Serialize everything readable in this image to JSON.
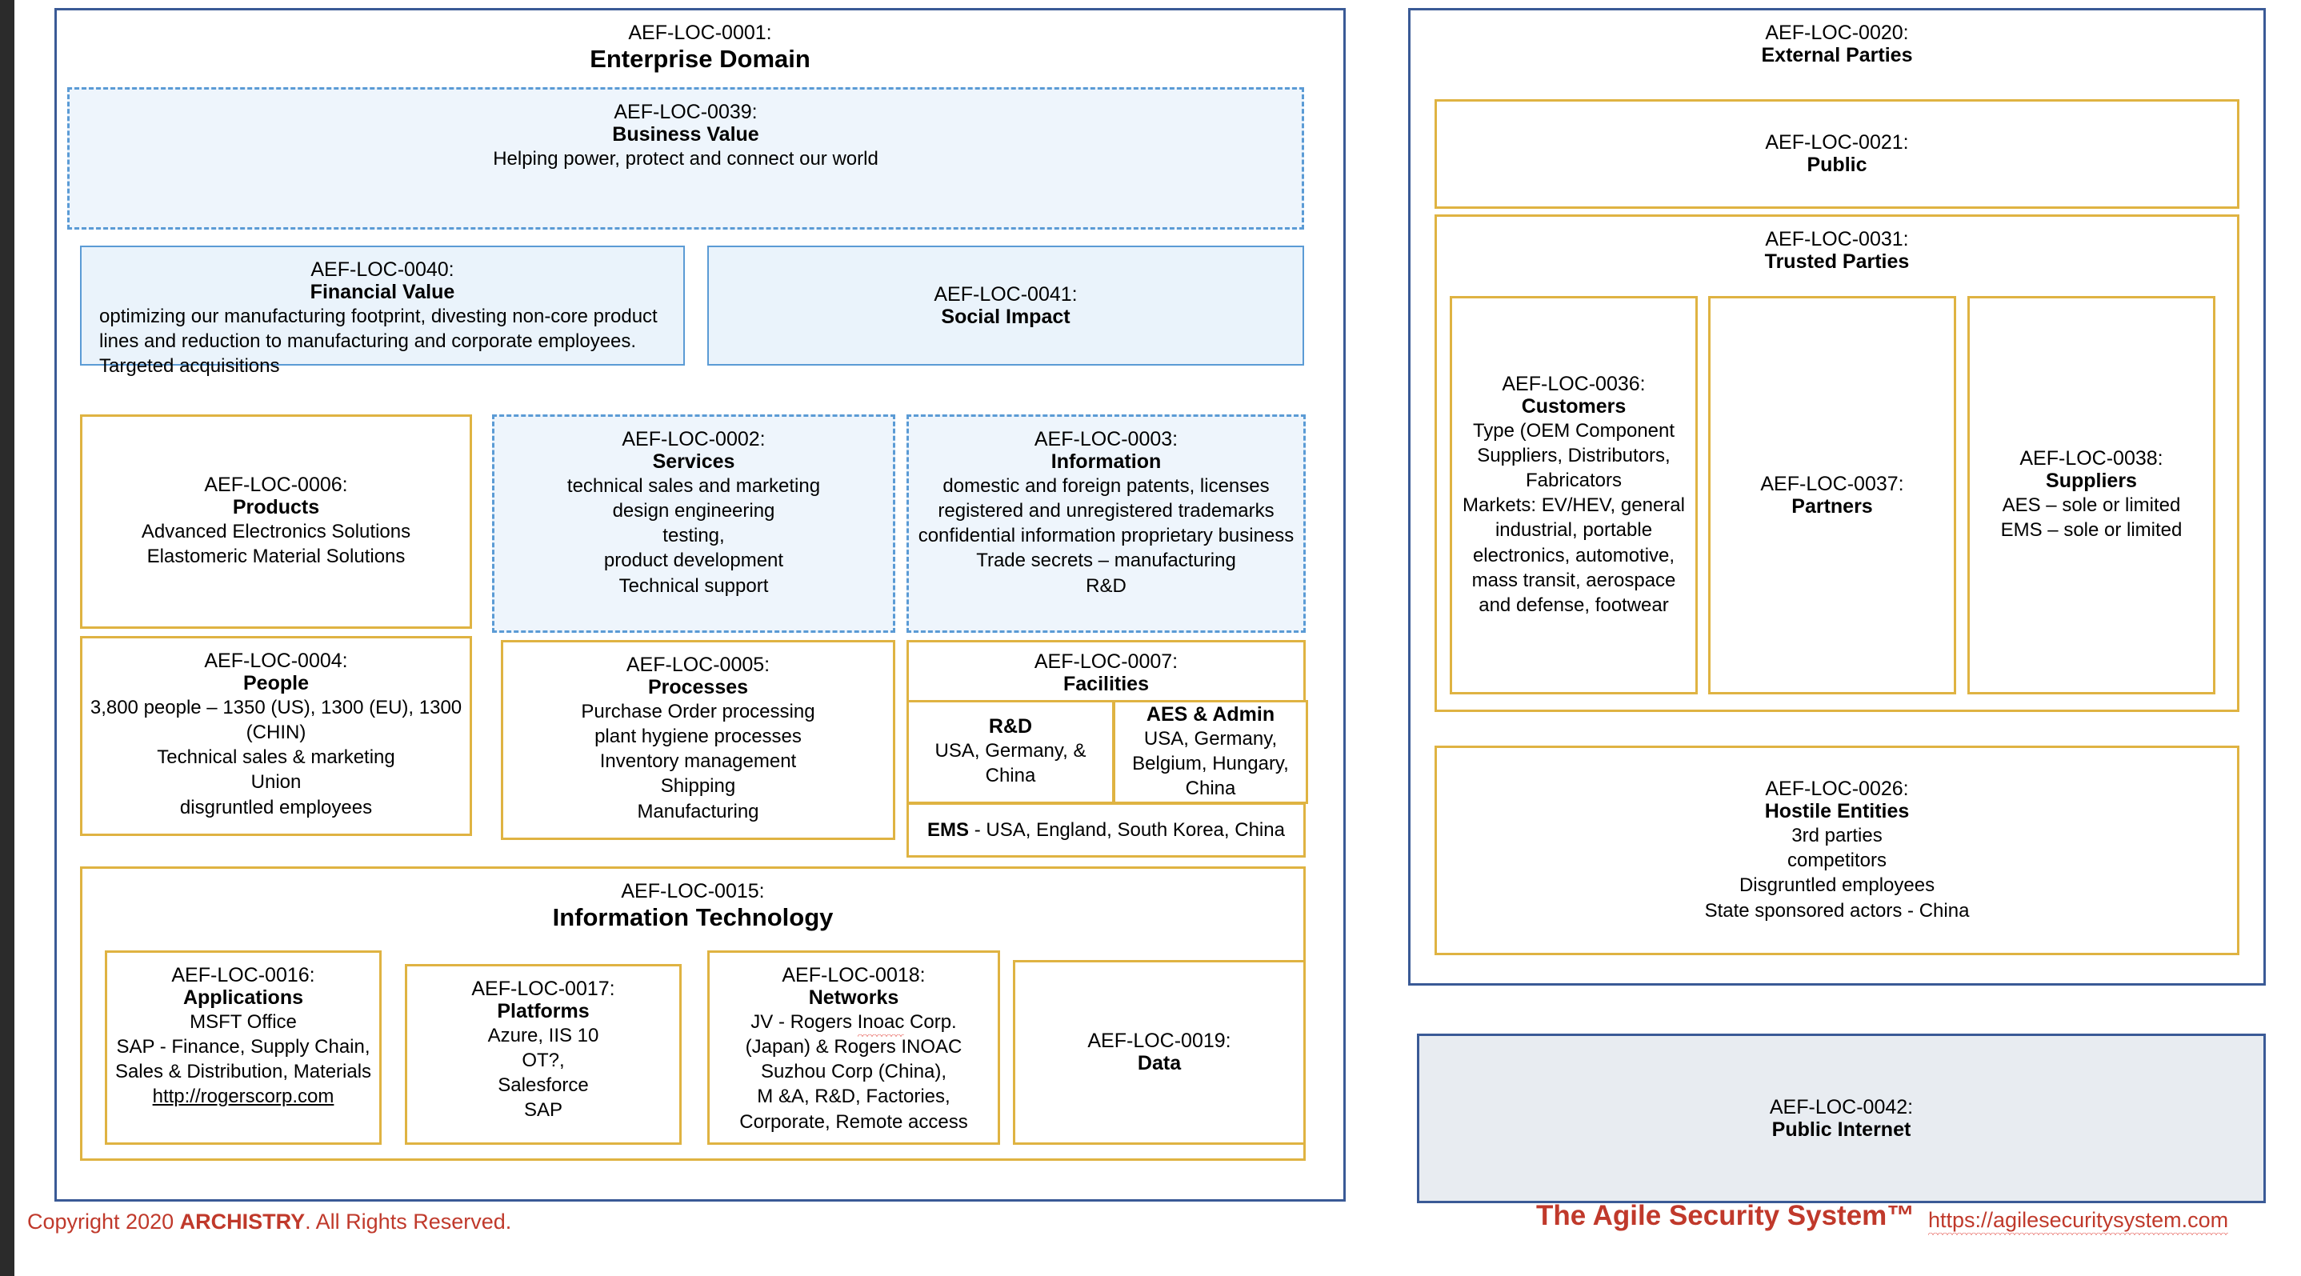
{
  "enterprise": {
    "loc": "AEF-LOC-0001:",
    "title": "Enterprise Domain",
    "business_value": {
      "loc": "AEF-LOC-0039:",
      "title": "Business Value",
      "body": "Helping power, protect and connect our world"
    },
    "financial_value": {
      "loc": "AEF-LOC-0040:",
      "title": "Financial Value",
      "body": "optimizing our manufacturing footprint, divesting non-core product lines and reduction  to manufacturing and corporate employees. Targeted acquisitions"
    },
    "social_impact": {
      "loc": "AEF-LOC-0041:",
      "title": "Social Impact",
      "body": ""
    },
    "products": {
      "loc": "AEF-LOC-0006:",
      "title": "Products",
      "body": "Advanced Electronics Solutions\nElastomeric Material Solutions"
    },
    "services": {
      "loc": "AEF-LOC-0002:",
      "title": "Services",
      "body": "technical sales and marketing\ndesign engineering\ntesting,\nproduct development\nTechnical support"
    },
    "information": {
      "loc": "AEF-LOC-0003:",
      "title": "Information",
      "body": "domestic and foreign patents, licenses\nregistered and unregistered trademarks\nconfidential information  proprietary business\nTrade secrets – manufacturing\nR&D"
    },
    "people": {
      "loc": "AEF-LOC-0004:",
      "title": "People",
      "body": "3,800 people – 1350 (US), 1300 (EU), 1300 (CHIN)\nTechnical sales & marketing\nUnion\ndisgruntled employees"
    },
    "processes": {
      "loc": "AEF-LOC-0005:",
      "title": "Processes",
      "body": "Purchase Order processing\nplant hygiene processes\nInventory management\nShipping\nManufacturing"
    },
    "facilities": {
      "loc": "AEF-LOC-0007:",
      "title": "Facilities",
      "rd": {
        "title": "R&D",
        "body": "USA, Germany, &\nChina"
      },
      "aes_admin": {
        "title": "AES & Admin",
        "body": "USA, Germany,\nBelgium, Hungary,\nChina"
      },
      "ems": {
        "label": "EMS",
        "body": " - USA, England, South Korea, China"
      }
    },
    "information_technology": {
      "loc": "AEF-LOC-0015:",
      "title": "Information Technology",
      "applications": {
        "loc": "AEF-LOC-0016:",
        "title": "Applications",
        "body": "MSFT Office\nSAP -  Finance, Supply Chain, Sales & Distribution, Materials",
        "link": "http://rogerscorp.com"
      },
      "platforms": {
        "loc": "AEF-LOC-0017:",
        "title": "Platforms",
        "body": "Azure, IIS 10\nOT?,\nSalesforce\nSAP"
      },
      "networks": {
        "loc": "AEF-LOC-0018:",
        "title": "Networks",
        "line1_a": "JV - Rogers ",
        "line1_misspelled": "Inoac",
        "line1_b": " Corp.",
        "rest": "(Japan) & Rogers INOAC Suzhou Corp (China),\nM &A, R&D, Factories, Corporate, Remote access"
      },
      "data": {
        "loc": "AEF-LOC-0019:",
        "title": "Data",
        "body": ""
      }
    }
  },
  "external": {
    "loc": "AEF-LOC-0020:",
    "title": "External Parties",
    "public": {
      "loc": "AEF-LOC-0021:",
      "title": "Public",
      "body": ""
    },
    "trusted": {
      "loc": "AEF-LOC-0031:",
      "title": "Trusted Parties",
      "customers": {
        "loc": "AEF-LOC-0036:",
        "title": "Customers",
        "body": "Type (OEM Component Suppliers, Distributors, Fabricators\nMarkets: EV/HEV, general industrial, portable electronics, automotive, mass transit, aerospace and defense, footwear"
      },
      "partners": {
        "loc": "AEF-LOC-0037:",
        "title": "Partners",
        "body": ""
      },
      "suppliers": {
        "loc": "AEF-LOC-0038:",
        "title": "Suppliers",
        "body": "AES – sole or limited\nEMS – sole or limited"
      }
    },
    "hostile": {
      "loc": "AEF-LOC-0026:",
      "title": "Hostile Entities",
      "body": "3rd parties\ncompetitors\nDisgruntled employees\nState sponsored actors - China"
    }
  },
  "public_internet": {
    "loc": "AEF-LOC-0042:",
    "title": "Public Internet",
    "body": ""
  },
  "footer": {
    "copyright_pre": "Copyright 2020 ",
    "copyright_brand": "ARCHISTRY",
    "copyright_post": ". All Rights Reserved.",
    "product_name": "The Agile Security System™",
    "url": "https://agilesecuritysystem.com"
  },
  "colors": {
    "blue_border": "#3a5a96",
    "gold_border": "#dfb342",
    "light_blue_dash": "#5b9bd5",
    "light_blue_fill": "#eef5fc",
    "grey_fill": "#e8ecf1",
    "red_text": "#c0392b",
    "spellcheck_red": "#e03a30"
  }
}
